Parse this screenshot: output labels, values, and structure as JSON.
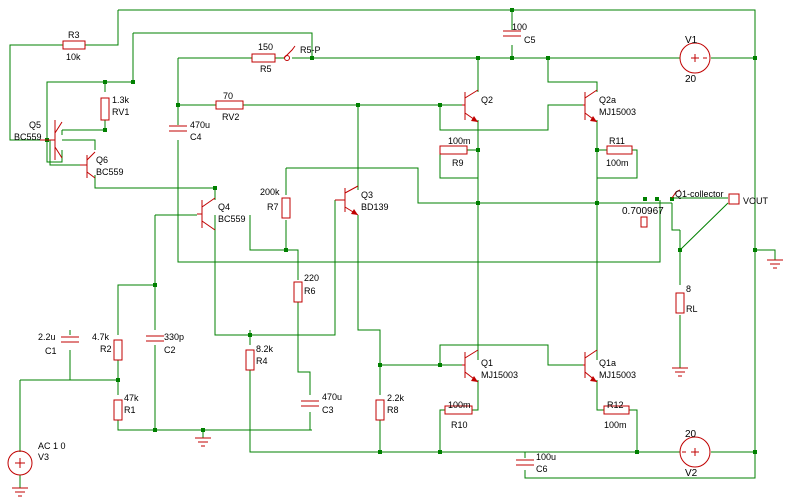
{
  "components": {
    "R1": {
      "ref": "R1",
      "value": "47k"
    },
    "R2": {
      "ref": "R2",
      "value": "4.7k"
    },
    "R3": {
      "ref": "R3",
      "value": "10k"
    },
    "R4": {
      "ref": "R4",
      "value": "8.2k"
    },
    "R5": {
      "ref": "R5",
      "value": "150"
    },
    "R6": {
      "ref": "R6",
      "value": "220"
    },
    "R7": {
      "ref": "R7",
      "value": "200k"
    },
    "R8": {
      "ref": "R8",
      "value": "2.2k"
    },
    "R9": {
      "ref": "R9",
      "value": "100m"
    },
    "R10": {
      "ref": "R10",
      "value": "100m"
    },
    "R11": {
      "ref": "R11",
      "value": "100m"
    },
    "R12": {
      "ref": "R12",
      "value": "100m"
    },
    "RL": {
      "ref": "RL",
      "value": "8"
    },
    "RV1": {
      "ref": "RV1",
      "value": "1.3k"
    },
    "RV2": {
      "ref": "RV2",
      "value": "70"
    },
    "C1": {
      "ref": "C1",
      "value": "2.2u"
    },
    "C2": {
      "ref": "C2",
      "value": "330p"
    },
    "C3": {
      "ref": "C3",
      "value": "470u"
    },
    "C4": {
      "ref": "C4",
      "value": "470u"
    },
    "C5": {
      "ref": "C5",
      "value": "100"
    },
    "C6": {
      "ref": "C6",
      "value": "100u"
    },
    "Q1": {
      "ref": "Q1",
      "value": "MJ15003"
    },
    "Q1a": {
      "ref": "Q1a",
      "value": "MJ15003"
    },
    "Q2": {
      "ref": "Q2",
      "value": ""
    },
    "Q2a": {
      "ref": "Q2a",
      "value": "MJ15003"
    },
    "Q3": {
      "ref": "Q3",
      "value": "BD139"
    },
    "Q4": {
      "ref": "Q4",
      "value": "BC559"
    },
    "Q5": {
      "ref": "Q5",
      "value": "BC559"
    },
    "Q6": {
      "ref": "Q6",
      "value": "BC559"
    },
    "V1": {
      "ref": "V1",
      "value": "20"
    },
    "V2": {
      "ref": "V2",
      "value": "20"
    },
    "V3": {
      "ref": "V3",
      "value": "AC 1 0"
    }
  },
  "probes": {
    "r5p": "R5-P",
    "q1_collector": "Q1-collector",
    "vout": "VOUT",
    "readout": "0.700967"
  },
  "colors": {
    "wire": "#008000",
    "component": "#c00000",
    "text": "#000000"
  }
}
